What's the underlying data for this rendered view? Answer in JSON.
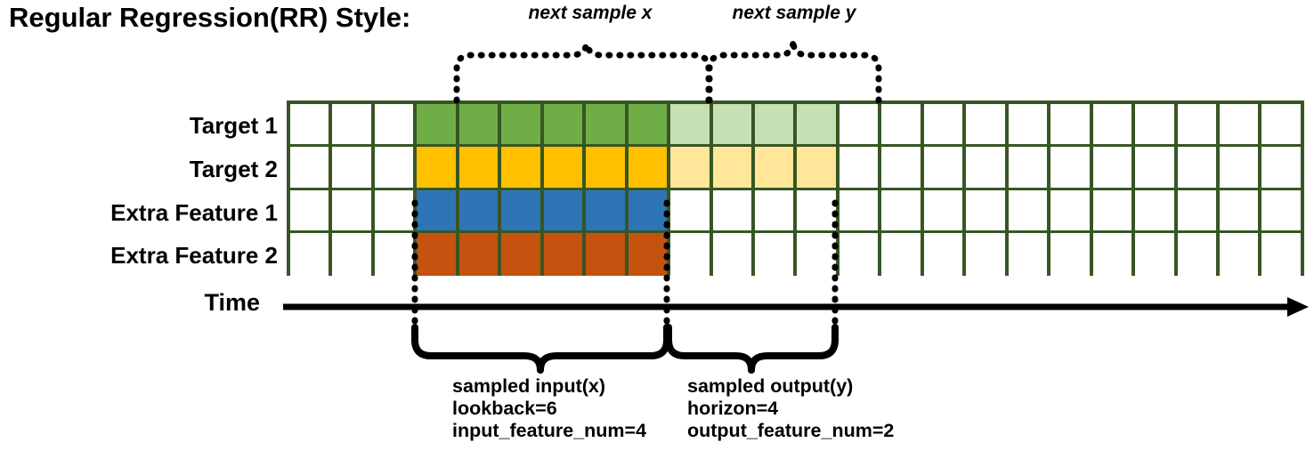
{
  "title": "Regular Regression(RR) Style:",
  "axis": {
    "time_label": "Time"
  },
  "rows": [
    {
      "label": "Target 1",
      "name": "target-1"
    },
    {
      "label": "Target 2",
      "name": "target-2"
    },
    {
      "label": "Extra Feature 1",
      "name": "extra-feature-1"
    },
    {
      "label": "Extra Feature 2",
      "name": "extra-feature-2"
    }
  ],
  "annotations": {
    "next_sample_x": "next sample x",
    "next_sample_y": "next sample y"
  },
  "captions": {
    "input": {
      "line1": "sampled input(x)",
      "line2": "lookback=6",
      "line3": "input_feature_num=4"
    },
    "output": {
      "line1": "sampled output(y)",
      "line2": "horizon=4",
      "line3": "output_feature_num=2"
    }
  },
  "colors": {
    "grid_border": "#375623",
    "empty": "#ffffff",
    "target1_strong": "#6FAE47",
    "target1_light": "#C6E0B4",
    "target2_strong": "#FFC000",
    "target2_light": "#FFE699",
    "feature1_strong": "#2E75B6",
    "feature2_strong": "#C5520F",
    "line": "#000000"
  },
  "chart_data": {
    "type": "heatmap",
    "title": "Regular Regression(RR) Style:",
    "columns": 24,
    "row_names": [
      "Target 1",
      "Target 2",
      "Extra Feature 1",
      "Extra Feature 2"
    ],
    "input_columns": [
      3,
      4,
      5,
      6,
      7,
      8
    ],
    "output_columns": [
      9,
      10,
      11,
      12
    ],
    "lookback": 6,
    "horizon": 4,
    "input_feature_num": 4,
    "output_feature_num": 2,
    "cells": [
      [
        "empty",
        "empty",
        "empty",
        "target1_strong",
        "target1_strong",
        "target1_strong",
        "target1_strong",
        "target1_strong",
        "target1_strong",
        "target1_light",
        "target1_light",
        "target1_light",
        "target1_light",
        "empty",
        "empty",
        "empty",
        "empty",
        "empty",
        "empty",
        "empty",
        "empty",
        "empty",
        "empty",
        "empty"
      ],
      [
        "empty",
        "empty",
        "empty",
        "target2_strong",
        "target2_strong",
        "target2_strong",
        "target2_strong",
        "target2_strong",
        "target2_strong",
        "target2_light",
        "target2_light",
        "target2_light",
        "target2_light",
        "empty",
        "empty",
        "empty",
        "empty",
        "empty",
        "empty",
        "empty",
        "empty",
        "empty",
        "empty",
        "empty"
      ],
      [
        "empty",
        "empty",
        "empty",
        "feature1_strong",
        "feature1_strong",
        "feature1_strong",
        "feature1_strong",
        "feature1_strong",
        "feature1_strong",
        "empty",
        "empty",
        "empty",
        "empty",
        "empty",
        "empty",
        "empty",
        "empty",
        "empty",
        "empty",
        "empty",
        "empty",
        "empty",
        "empty",
        "empty"
      ],
      [
        "empty",
        "empty",
        "empty",
        "feature2_strong",
        "feature2_strong",
        "feature2_strong",
        "feature2_strong",
        "feature2_strong",
        "feature2_strong",
        "empty",
        "empty",
        "empty",
        "empty",
        "empty",
        "empty",
        "empty",
        "empty",
        "empty",
        "empty",
        "empty",
        "empty",
        "empty",
        "empty",
        "empty"
      ]
    ]
  }
}
